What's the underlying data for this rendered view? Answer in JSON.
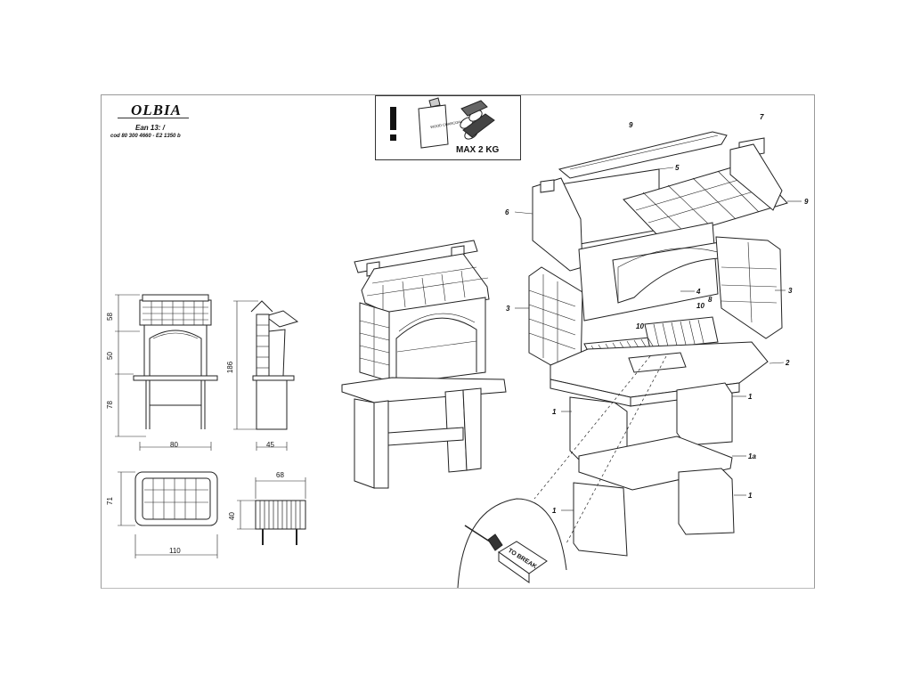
{
  "header": {
    "title": "OLBIA",
    "ean": "Ean 13:  /",
    "cod": "cod  80  300  4660  -  E2  1350  b"
  },
  "warning": {
    "exclamation": "!",
    "bag_text": "WOOD CHARCOAL",
    "max_load": "MAX 2 KG",
    "icons": [
      "exclamation-icon",
      "charcoal-bag-icon",
      "wood-logs-icon"
    ]
  },
  "dimensions": {
    "front_heights": [
      "58",
      "50",
      "78"
    ],
    "total_height": "186",
    "front_width": "80",
    "side_depth": "45",
    "top_width": "110",
    "top_depth": "71",
    "grill_width": "68",
    "grill_depth": "40"
  },
  "parts": {
    "p9_top": "9",
    "p7": "7",
    "p5": "5",
    "p6": "6",
    "p9_right": "9",
    "p3_left": "3",
    "p3_right": "3",
    "p4": "4",
    "p8": "8",
    "p10_a": "10",
    "p10_b": "10",
    "p2": "2",
    "p1_a": "1",
    "p1_b": "1",
    "p1a": "1a",
    "p1_c": "1",
    "p1_d": "1"
  },
  "detail": {
    "tab_text": "TO BREAK"
  }
}
